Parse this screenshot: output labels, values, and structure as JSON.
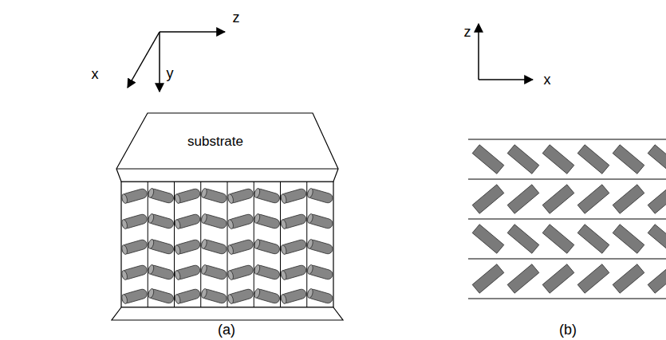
{
  "diagram": {
    "nodes": [
      {
        "text": [
          "substrate"
        ]
      }
    ],
    "labels": [
      "z",
      "x",
      "y",
      "(a)",
      "z",
      "x",
      "(b)"
    ]
  }
}
